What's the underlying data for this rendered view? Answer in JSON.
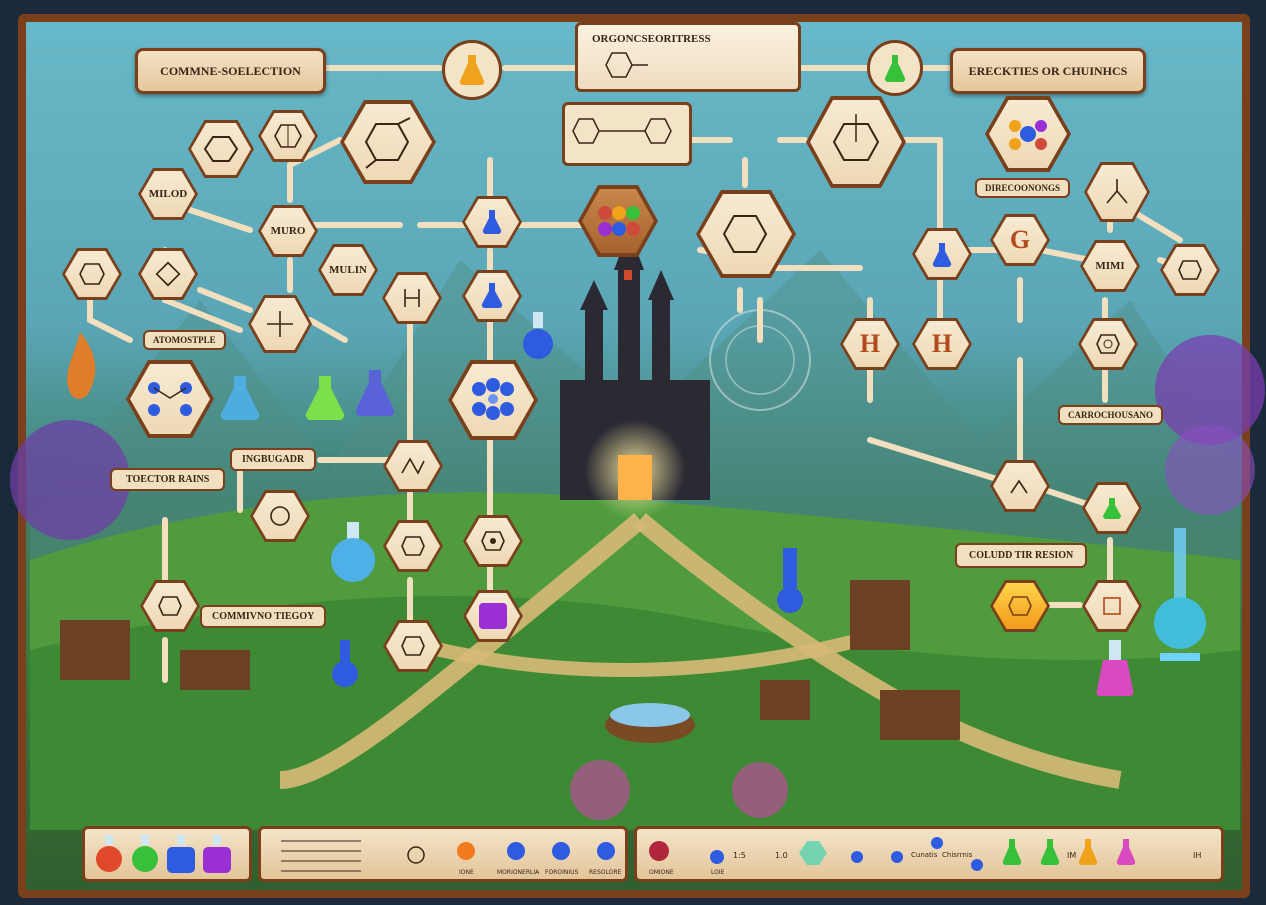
{
  "top_banners": {
    "left": "COMMNE-SOELECTION",
    "center": "ORGONCSEORITRESS",
    "right": "ERECKTIES OR CHUINHCS"
  },
  "labels": {
    "milod": "MILOD",
    "muro": "MURO",
    "mulin": "MULIN",
    "atomostple": "ATOMOSTPLE",
    "toector_rains": "TOECTOR RAINS",
    "ingbugadr": "INGBUGADR",
    "commivno": "COMMIVNO TIEGOY",
    "direcoonongs": "DIRECOONONGS",
    "mimi": "MIMI",
    "carrochousano": "CARROCHOUSANO",
    "colud_tir_resion": "COLUDD TIR RESION"
  },
  "hex_letters": {
    "g": "G",
    "h1": "H",
    "h2": "H"
  },
  "bottom_panel": {
    "potion_labels": [
      "",
      "",
      "",
      ""
    ],
    "mid_labels": [
      "IONE",
      "MORIONERLIA",
      "FOROINIUS",
      "RESOLORE"
    ],
    "right_labels": [
      "OMIONE",
      "LOIE",
      "1:5",
      "1.0"
    ],
    "right_words": [
      "Cunatis",
      "Chisrrnis"
    ],
    "right_num": "IM",
    "right_num2": "IH"
  },
  "colors": {
    "frame": "#7a3f1b",
    "parchment": "#f3e4c8",
    "accent_red": "#b24a1c",
    "potion_blue": "#2f5be0",
    "potion_green": "#37c13a",
    "potion_purple": "#9b2fd6"
  }
}
